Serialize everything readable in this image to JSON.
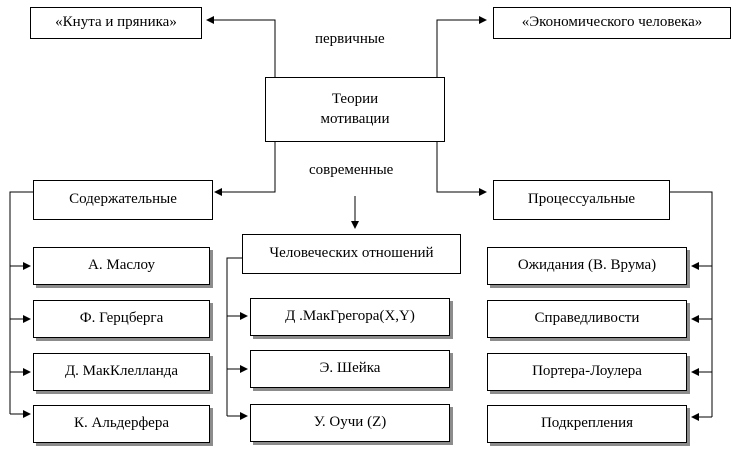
{
  "center": {
    "line1": "Теории",
    "line2": "мотивации"
  },
  "labels": {
    "primary": "первичные",
    "modern": "современные"
  },
  "top_left": "«Кнута и пряника»",
  "top_right": "«Экономического человека»",
  "groups": {
    "content": {
      "title": "Содержательные",
      "items": [
        "А. Маслоу",
        "Ф. Герцберга",
        "Д. МакКлелланда",
        "К. Альдерфера"
      ]
    },
    "human": {
      "title": "Человеческих отношений",
      "items": [
        "Д .МакГрегора(X,Y)",
        "Э. Шейка",
        "У. Оучи (Z)"
      ]
    },
    "process": {
      "title": "Процессуальные",
      "items": [
        "Ожидания (В. Врума)",
        "Справедливости",
        "Портера-Лоулера",
        "Подкрепления"
      ]
    }
  }
}
